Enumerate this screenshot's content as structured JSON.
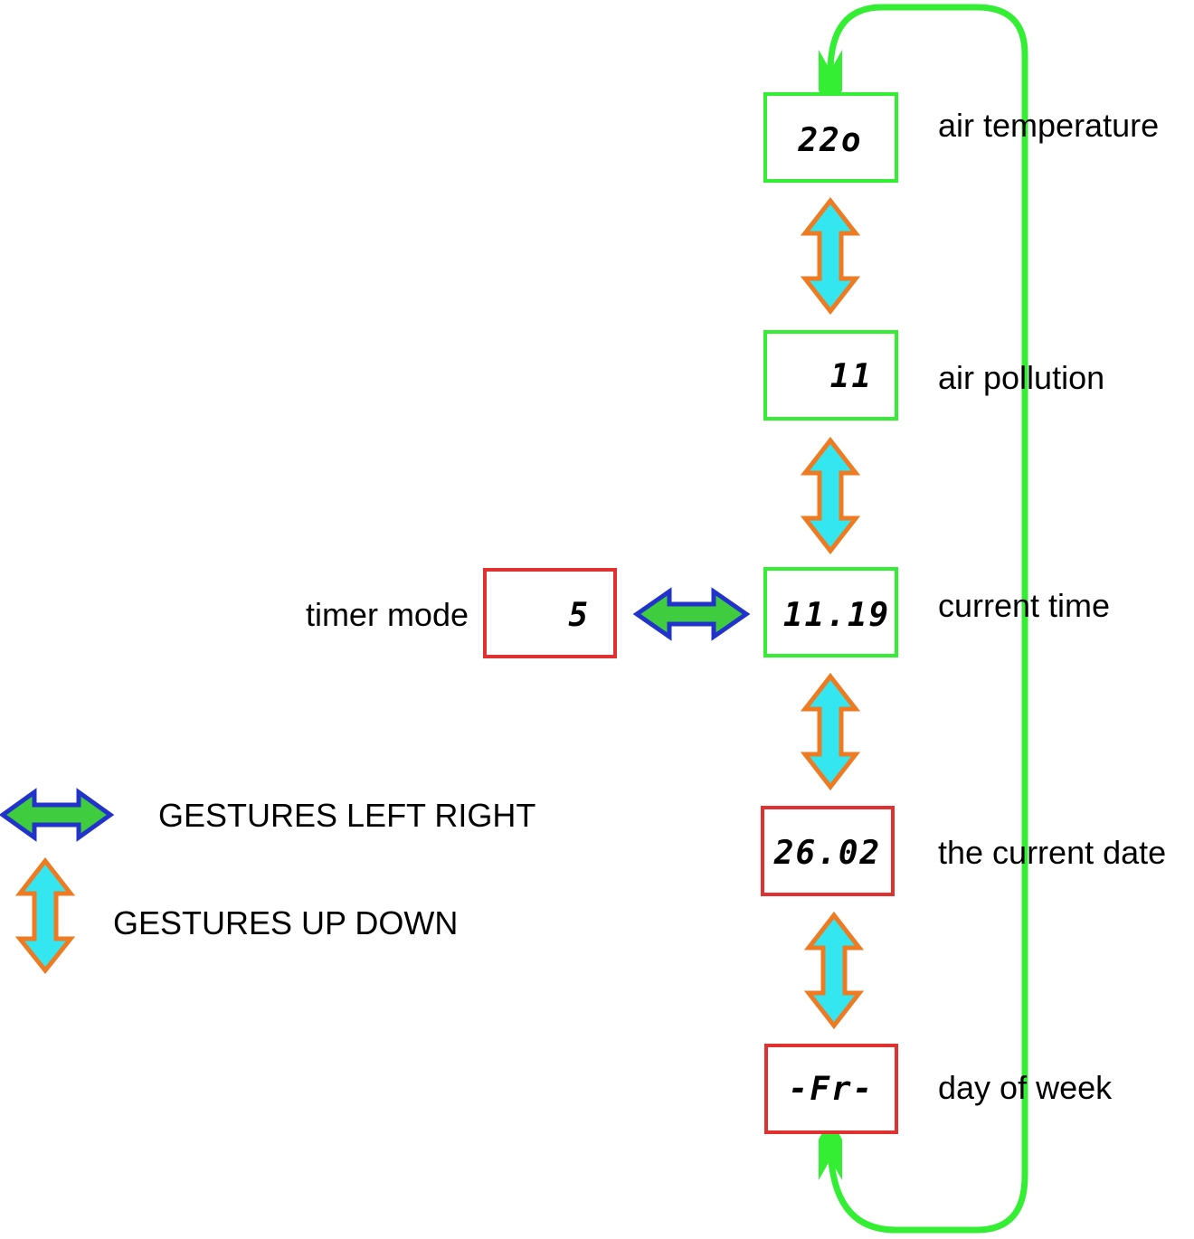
{
  "colors": {
    "green_box": "#33ee33",
    "red_box": "#e03030",
    "loop_line": "#33ee33",
    "updown_fill": "#33e6f0",
    "updown_stroke": "#ee7a22",
    "leftright_fill": "#3fcc3f",
    "leftright_stroke": "#2233cc"
  },
  "states": [
    {
      "display": "22o",
      "label": "air temperature",
      "border": "green"
    },
    {
      "display": "11",
      "label": "air pollution",
      "border": "green"
    },
    {
      "display": "11.19",
      "label": "current time",
      "border": "green"
    },
    {
      "display": "26.02",
      "label": "the current date",
      "border": "red"
    },
    {
      "display": "-Fr-",
      "label": "day of week",
      "border": "red"
    }
  ],
  "timer": {
    "display": "5",
    "label": "timer mode",
    "border": "red"
  },
  "legend": {
    "left_right": "GESTURES LEFT RIGHT",
    "up_down": "GESTURES UP DOWN"
  }
}
